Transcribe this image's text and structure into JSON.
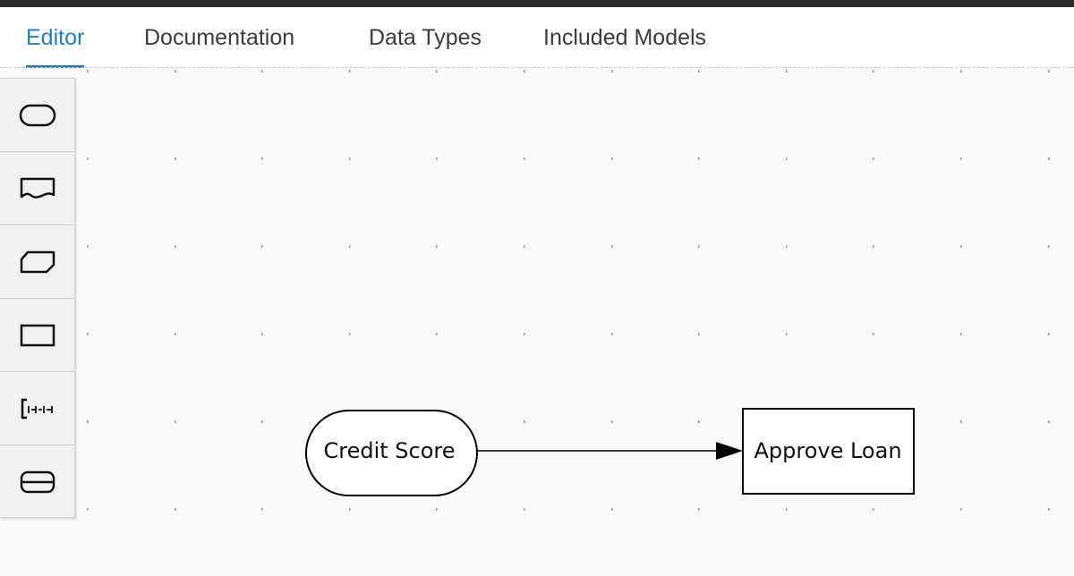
{
  "tabs": [
    {
      "label": "Editor",
      "active": true
    },
    {
      "label": "Documentation",
      "active": false
    },
    {
      "label": "Data Types",
      "active": false
    },
    {
      "label": "Included Models",
      "active": false
    }
  ],
  "palette": {
    "tools": [
      {
        "icon": "input-data-icon"
      },
      {
        "icon": "knowledge-source-icon"
      },
      {
        "icon": "business-knowledge-model-icon"
      },
      {
        "icon": "decision-icon"
      },
      {
        "icon": "text-annotation-icon"
      },
      {
        "icon": "decision-service-icon"
      }
    ]
  },
  "diagram": {
    "input_node": {
      "label": "Credit Score",
      "shape": "input-data"
    },
    "decision_node": {
      "label": "Approve Loan",
      "shape": "decision"
    },
    "edge": {
      "from": "Credit Score",
      "to": "Approve Loan",
      "type": "information-requirement"
    }
  },
  "colors": {
    "accent": "#1f7dc4",
    "text": "#3c3c3c",
    "canvas": "#fafafa"
  }
}
